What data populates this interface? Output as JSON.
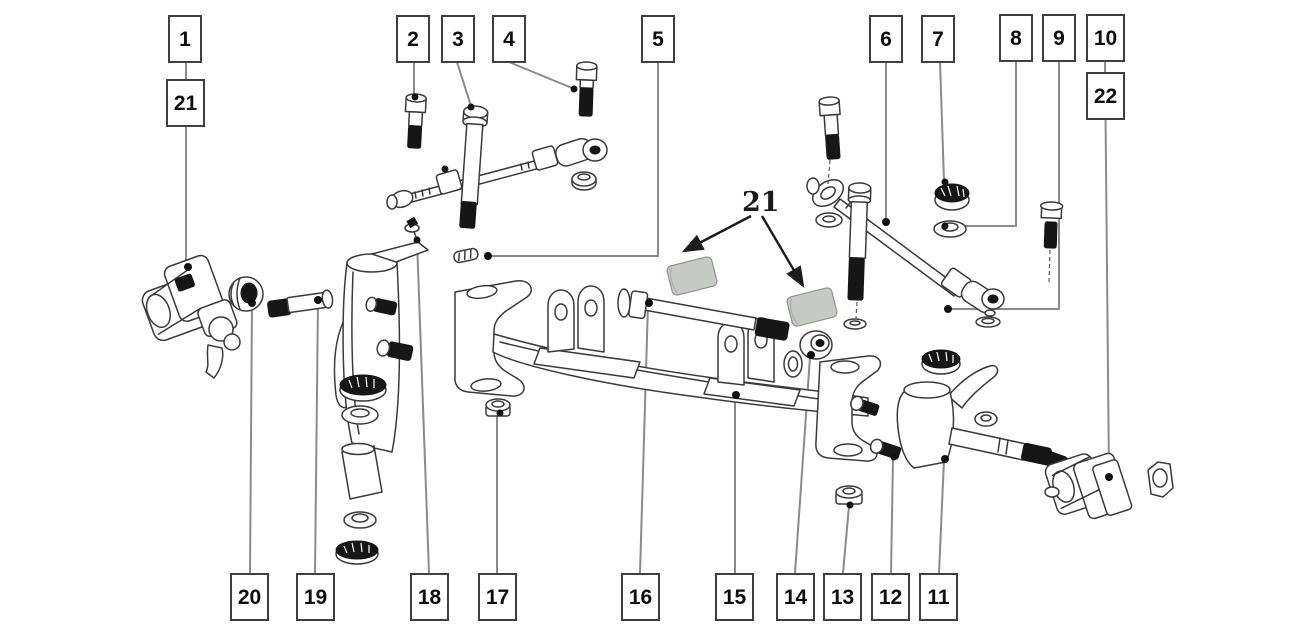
{
  "diagram": {
    "type": "exploded-parts-diagram",
    "center_label": "21",
    "callouts_top": [
      {
        "label": "1"
      },
      {
        "label": "21"
      },
      {
        "label": "2"
      },
      {
        "label": "3"
      },
      {
        "label": "4"
      },
      {
        "label": "5"
      },
      {
        "label": "6"
      },
      {
        "label": "7"
      },
      {
        "label": "8"
      },
      {
        "label": "9"
      },
      {
        "label": "10"
      },
      {
        "label": "22"
      }
    ],
    "callouts_bottom": [
      {
        "label": "20"
      },
      {
        "label": "19"
      },
      {
        "label": "18"
      },
      {
        "label": "17"
      },
      {
        "label": "16"
      },
      {
        "label": "15"
      },
      {
        "label": "14"
      },
      {
        "label": "13"
      },
      {
        "label": "12"
      },
      {
        "label": "11"
      }
    ],
    "colors": {
      "background": "#ffffff",
      "line": "#3a3a3a",
      "leader": "#8a8a8a",
      "callout_border": "#3f3f3f",
      "bushing_fill": "#c6cac4",
      "dark_fill": "#161616"
    }
  }
}
